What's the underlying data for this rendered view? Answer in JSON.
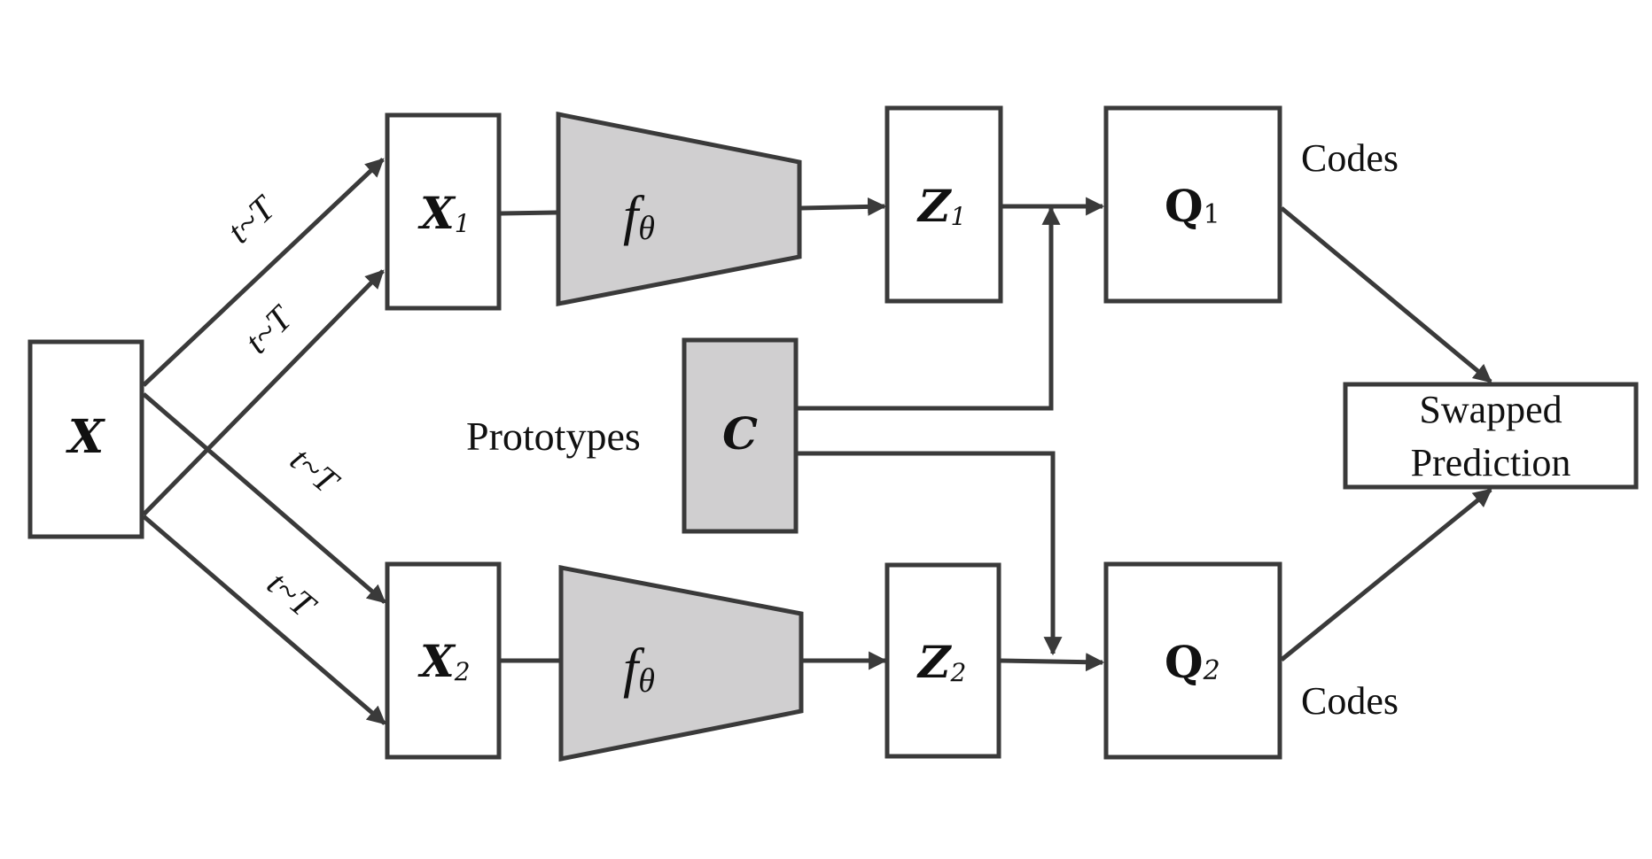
{
  "nodes": {
    "x": {
      "label": "X"
    },
    "x1": {
      "label": "X",
      "sub": "1"
    },
    "x2": {
      "label": "X",
      "sub": "2"
    },
    "f_top": {
      "label": "f",
      "sub": "θ"
    },
    "f_bottom": {
      "label": "f",
      "sub": "θ"
    },
    "z1": {
      "label": "Z",
      "sub": "1"
    },
    "z2": {
      "label": "Z",
      "sub": "2"
    },
    "q1": {
      "label": "Q",
      "sub": "1"
    },
    "q2": {
      "label": "Q",
      "sub": "2"
    },
    "c": {
      "label": "C"
    },
    "swapped": {
      "line1": "Swapped",
      "line2": "Prediction"
    }
  },
  "labels": {
    "prototypes": "Prototypes",
    "codes_top": "Codes",
    "codes_bottom": "Codes",
    "aug": "t~T"
  },
  "colors": {
    "stroke": "#3a3a3a",
    "encoder_fill": "#d0cfd0"
  }
}
